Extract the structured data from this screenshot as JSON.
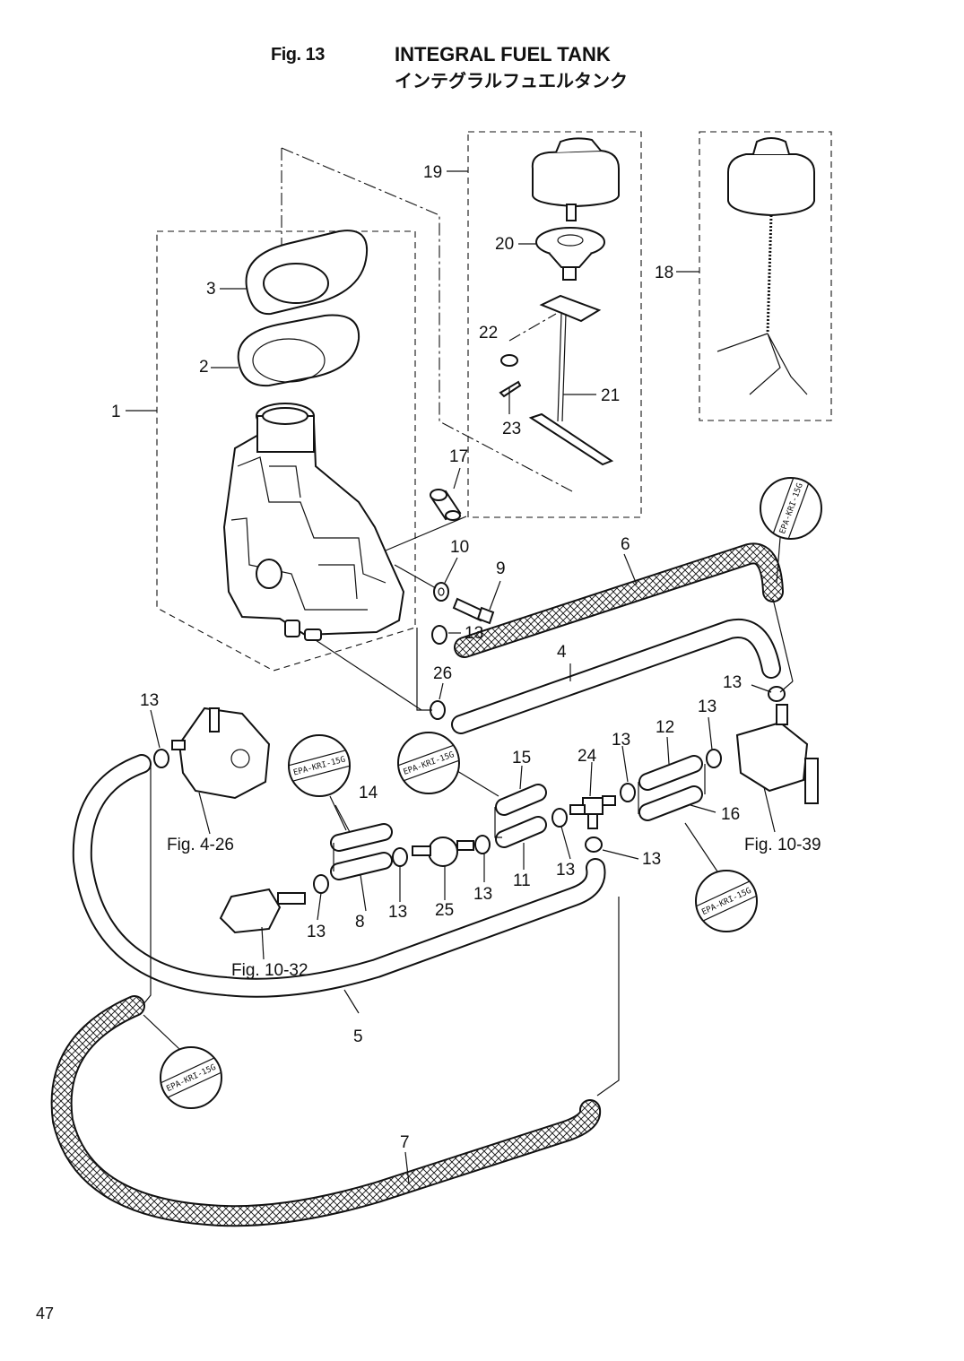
{
  "header": {
    "fig_number": "Fig. 13",
    "title_en": "INTEGRAL FUEL TANK",
    "title_jp": "インテグラルフュエルタンク"
  },
  "page_number": "47",
  "callouts": {
    "c1": "1",
    "c2": "2",
    "c3": "3",
    "c4": "4",
    "c5": "5",
    "c6": "6",
    "c7": "7",
    "c8": "8",
    "c9": "9",
    "c10": "10",
    "c11": "11",
    "c12": "12",
    "c13": "13",
    "c14": "14",
    "c15": "15",
    "c16": "16",
    "c17": "17",
    "c18": "18",
    "c19": "19",
    "c20": "20",
    "c21": "21",
    "c22": "22",
    "c23": "23",
    "c24": "24",
    "c25": "25",
    "c26": "26"
  },
  "references": {
    "fig_4_26": "Fig. 4-26",
    "fig_10_39": "Fig. 10-39",
    "fig_10_32": "Fig. 10-32"
  },
  "hose_markings": {
    "epa_kri_15g": "EPA-KRI-15G"
  }
}
